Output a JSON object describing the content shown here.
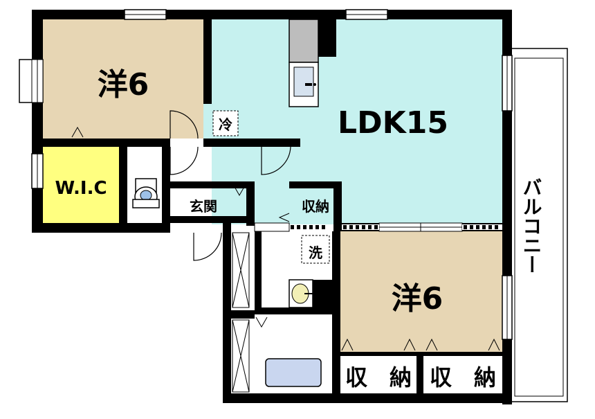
{
  "floor_plan": {
    "rooms": {
      "western_room_1": {
        "label": "洋6"
      },
      "ldk": {
        "label": "LDK15"
      },
      "western_room_2": {
        "label": "洋6"
      },
      "walk_in_closet": {
        "label": "W.I.C"
      },
      "entrance": {
        "label": "玄関"
      },
      "storage_hall": {
        "label": "収納"
      },
      "storage_1": {
        "label": "収　納"
      },
      "storage_2": {
        "label": "収　納"
      },
      "balcony": {
        "label": "バルコニー"
      }
    },
    "markers": {
      "refrigerator": "冷",
      "washer": "洗"
    },
    "colors": {
      "western_room": "#e7d6b4",
      "ldk": "#c6f1ef",
      "walk_in_closet": "#ffff80",
      "wall": "#000000",
      "bathtub": "#c9d6ef",
      "floor": "#ffffff"
    },
    "icons": [
      "toilet-icon",
      "sink-icon",
      "bathtub-icon",
      "kitchen-counter-icon",
      "door-swing-icon",
      "window-icon"
    ]
  }
}
